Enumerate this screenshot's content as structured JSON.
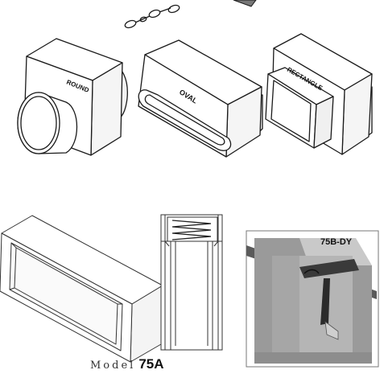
{
  "shapes": {
    "round_label": "ROUND",
    "oval_label": "OVAL",
    "rectangle_label": "RECTANGLE"
  },
  "photo": {
    "model_label": "75B-DY"
  },
  "caption": {
    "model_word": "Model",
    "model_code": "75A"
  },
  "colors": {
    "line": "#1a1a1a",
    "photo_frame": "#9a9a9a",
    "photo_bg": "#b5b5b5",
    "photo_blade": "#2b2b2b"
  }
}
